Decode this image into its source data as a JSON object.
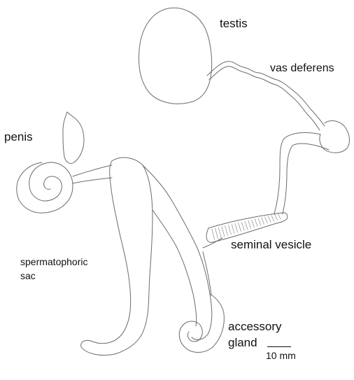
{
  "diagram": {
    "labels": {
      "testis": "testis",
      "vas_deferens": "vas deferens",
      "penis": "penis",
      "seminal_vesicle": "seminal vesicle",
      "spermatophoric_sac_line1": "spermatophoric",
      "spermatophoric_sac_line2": "sac",
      "accessory_gland_line1": "accessory",
      "accessory_gland_line2": "gland",
      "scale_bar": "10 mm"
    },
    "colors": {
      "outline": "#6b6b6b",
      "text": "#111111",
      "background": "#ffffff"
    }
  }
}
